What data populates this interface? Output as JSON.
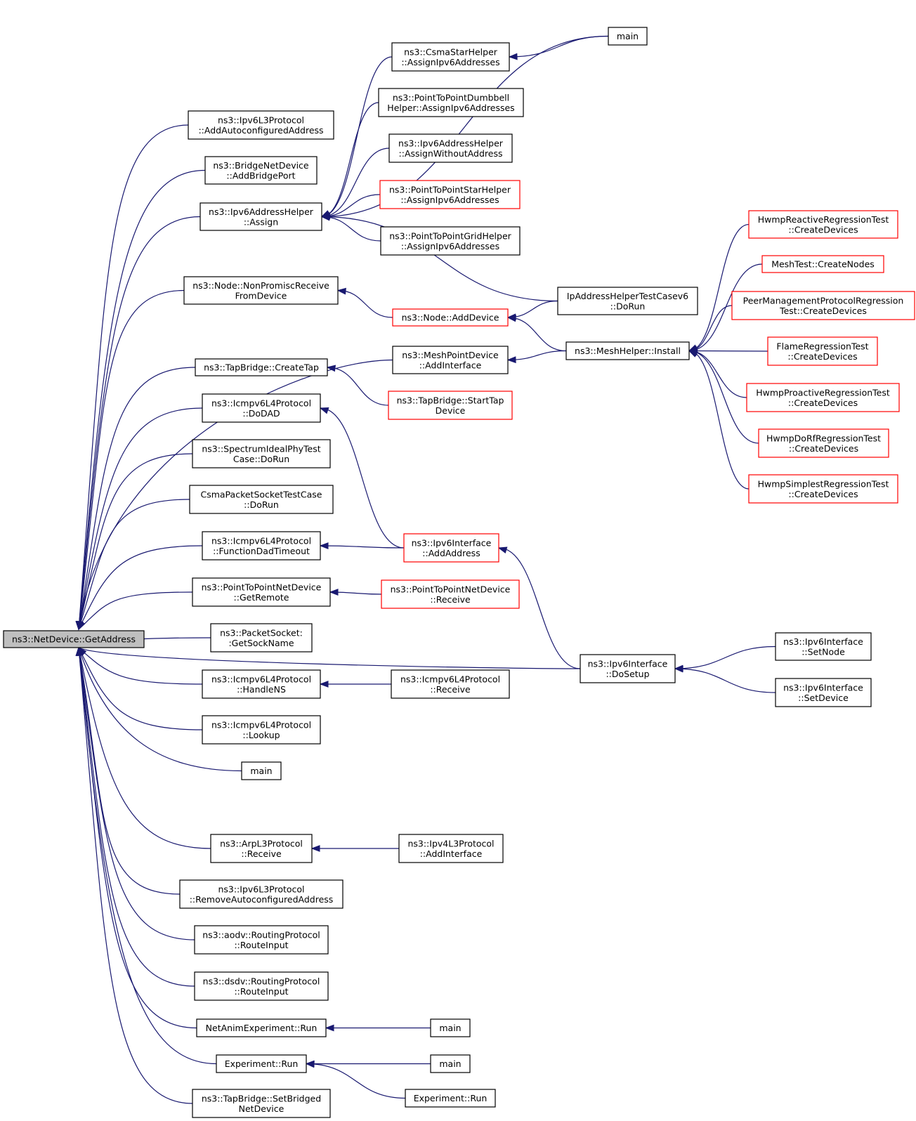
{
  "diagram": {
    "colors": {
      "edge": "#191970",
      "node_border": "#000000",
      "truncated_border": "#ff0000",
      "root_fill": "#bfbfbf",
      "background": "#ffffff"
    },
    "nodes": [
      {
        "id": "root",
        "lines": [
          "ns3::NetDevice::GetAddress"
        ],
        "style": "root"
      },
      {
        "id": "n_addauto",
        "lines": [
          "ns3::Ipv6L3Protocol",
          "::AddAutoconfiguredAddress"
        ],
        "style": "normal"
      },
      {
        "id": "n_addbridge",
        "lines": [
          "ns3::BridgeNetDevice",
          "::AddBridgePort"
        ],
        "style": "normal"
      },
      {
        "id": "n_assign",
        "lines": [
          "ns3::Ipv6AddressHelper",
          "::Assign"
        ],
        "style": "normal"
      },
      {
        "id": "n_nonprom",
        "lines": [
          "ns3::Node::NonPromiscReceive",
          "FromDevice"
        ],
        "style": "normal"
      },
      {
        "id": "n_createtap",
        "lines": [
          "ns3::TapBridge::CreateTap"
        ],
        "style": "normal"
      },
      {
        "id": "n_dodad",
        "lines": [
          "ns3::Icmpv6L4Protocol",
          "::DoDAD"
        ],
        "style": "normal"
      },
      {
        "id": "n_spectrum",
        "lines": [
          "ns3::SpectrumIdealPhyTest",
          "Case::DoRun"
        ],
        "style": "normal"
      },
      {
        "id": "n_csmapkt",
        "lines": [
          "CsmaPacketSocketTestCase",
          "::DoRun"
        ],
        "style": "normal"
      },
      {
        "id": "n_funcdad",
        "lines": [
          "ns3::Icmpv6L4Protocol",
          "::FunctionDadTimeout"
        ],
        "style": "normal"
      },
      {
        "id": "n_getremote",
        "lines": [
          "ns3::PointToPointNetDevice",
          "::GetRemote"
        ],
        "style": "normal"
      },
      {
        "id": "n_getsock",
        "lines": [
          "ns3::PacketSocket:",
          ":GetSockName"
        ],
        "style": "normal"
      },
      {
        "id": "n_handlens",
        "lines": [
          "ns3::Icmpv6L4Protocol",
          "::HandleNS"
        ],
        "style": "normal"
      },
      {
        "id": "n_lookup",
        "lines": [
          "ns3::Icmpv6L4Protocol",
          "::Lookup"
        ],
        "style": "normal"
      },
      {
        "id": "n_main_mid",
        "lines": [
          "main"
        ],
        "style": "normal"
      },
      {
        "id": "n_arprecv",
        "lines": [
          "ns3::ArpL3Protocol",
          "::Receive"
        ],
        "style": "normal"
      },
      {
        "id": "n_remauto",
        "lines": [
          "ns3::Ipv6L3Protocol",
          "::RemoveAutoconfiguredAddress"
        ],
        "style": "normal"
      },
      {
        "id": "n_aodv",
        "lines": [
          "ns3::aodv::RoutingProtocol",
          "::RouteInput"
        ],
        "style": "normal"
      },
      {
        "id": "n_dsdv",
        "lines": [
          "ns3::dsdv::RoutingProtocol",
          "::RouteInput"
        ],
        "style": "normal"
      },
      {
        "id": "n_netanim",
        "lines": [
          "NetAnimExperiment::Run"
        ],
        "style": "normal"
      },
      {
        "id": "n_exprun",
        "lines": [
          "Experiment::Run"
        ],
        "style": "normal"
      },
      {
        "id": "n_setbridged",
        "lines": [
          "ns3::TapBridge::SetBridged",
          "NetDevice"
        ],
        "style": "normal"
      },
      {
        "id": "n_main_top",
        "lines": [
          "main"
        ],
        "style": "normal"
      },
      {
        "id": "n_csmastar",
        "lines": [
          "ns3::CsmaStarHelper",
          "::AssignIpv6Addresses"
        ],
        "style": "normal"
      },
      {
        "id": "n_p2pdumb",
        "lines": [
          "ns3::PointToPointDumbbell",
          "Helper::AssignIpv6Addresses"
        ],
        "style": "normal"
      },
      {
        "id": "n_assignwo",
        "lines": [
          "ns3::Ipv6AddressHelper",
          "::AssignWithoutAddress"
        ],
        "style": "normal"
      },
      {
        "id": "n_p2pstar",
        "lines": [
          "ns3::PointToPointStarHelper",
          "::AssignIpv6Addresses"
        ],
        "style": "red"
      },
      {
        "id": "n_p2pgrid",
        "lines": [
          "ns3::PointToPointGridHelper",
          "::AssignIpv6Addresses"
        ],
        "style": "normal"
      },
      {
        "id": "n_ipaddrtest",
        "lines": [
          "IpAddressHelperTestCasev6",
          "::DoRun"
        ],
        "style": "normal"
      },
      {
        "id": "n_nodeadd",
        "lines": [
          "ns3::Node::AddDevice"
        ],
        "style": "red"
      },
      {
        "id": "n_meshpoint",
        "lines": [
          "ns3::MeshPointDevice",
          "::AddInterface"
        ],
        "style": "normal"
      },
      {
        "id": "n_meshinst",
        "lines": [
          "ns3::MeshHelper::Install"
        ],
        "style": "normal"
      },
      {
        "id": "n_starttap",
        "lines": [
          "ns3::TapBridge::StartTap",
          "Device"
        ],
        "style": "red"
      },
      {
        "id": "n_ipv6ifadd",
        "lines": [
          "ns3::Ipv6Interface",
          "::AddAddress"
        ],
        "style": "red"
      },
      {
        "id": "n_p2precv",
        "lines": [
          "ns3::PointToPointNetDevice",
          "::Receive"
        ],
        "style": "red"
      },
      {
        "id": "n_dosetup",
        "lines": [
          "ns3::Ipv6Interface",
          "::DoSetup"
        ],
        "style": "normal"
      },
      {
        "id": "n_icmprecv",
        "lines": [
          "ns3::Icmpv6L4Protocol",
          "::Receive"
        ],
        "style": "normal"
      },
      {
        "id": "n_ipv4addif",
        "lines": [
          "ns3::Ipv4L3Protocol",
          "::AddInterface"
        ],
        "style": "normal"
      },
      {
        "id": "n_main_b1",
        "lines": [
          "main"
        ],
        "style": "normal"
      },
      {
        "id": "n_main_b2",
        "lines": [
          "main"
        ],
        "style": "normal"
      },
      {
        "id": "n_exprun2",
        "lines": [
          "Experiment::Run"
        ],
        "style": "normal"
      },
      {
        "id": "n_hwmpreact",
        "lines": [
          "HwmpReactiveRegressionTest",
          "::CreateDevices"
        ],
        "style": "red"
      },
      {
        "id": "n_meshtest",
        "lines": [
          "MeshTest::CreateNodes"
        ],
        "style": "red"
      },
      {
        "id": "n_peermgmt",
        "lines": [
          "PeerManagementProtocolRegression",
          "Test::CreateDevices"
        ],
        "style": "red"
      },
      {
        "id": "n_flame",
        "lines": [
          "FlameRegressionTest",
          "::CreateDevices"
        ],
        "style": "red"
      },
      {
        "id": "n_hwmpproact",
        "lines": [
          "HwmpProactiveRegressionTest",
          "::CreateDevices"
        ],
        "style": "red"
      },
      {
        "id": "n_hwmpdorf",
        "lines": [
          "HwmpDoRfRegressionTest",
          "::CreateDevices"
        ],
        "style": "red"
      },
      {
        "id": "n_hwmpsimple",
        "lines": [
          "HwmpSimplestRegressionTest",
          "::CreateDevices"
        ],
        "style": "red"
      },
      {
        "id": "n_setnode",
        "lines": [
          "ns3::Ipv6Interface",
          "::SetNode"
        ],
        "style": "normal"
      },
      {
        "id": "n_setdevice",
        "lines": [
          "ns3::Ipv6Interface",
          "::SetDevice"
        ],
        "style": "normal"
      }
    ],
    "edges": [
      [
        "root",
        "n_addauto"
      ],
      [
        "root",
        "n_addbridge"
      ],
      [
        "root",
        "n_assign"
      ],
      [
        "root",
        "n_nonprom"
      ],
      [
        "root",
        "n_meshpoint"
      ],
      [
        "root",
        "n_createtap"
      ],
      [
        "root",
        "n_dodad"
      ],
      [
        "root",
        "n_spectrum"
      ],
      [
        "root",
        "n_csmapkt"
      ],
      [
        "root",
        "n_funcdad"
      ],
      [
        "root",
        "n_getremote"
      ],
      [
        "root",
        "n_getsock"
      ],
      [
        "root",
        "n_handlens"
      ],
      [
        "root",
        "n_lookup"
      ],
      [
        "root",
        "n_main_mid"
      ],
      [
        "root",
        "n_dosetup"
      ],
      [
        "root",
        "n_arprecv"
      ],
      [
        "root",
        "n_remauto"
      ],
      [
        "root",
        "n_aodv"
      ],
      [
        "root",
        "n_dsdv"
      ],
      [
        "root",
        "n_netanim"
      ],
      [
        "root",
        "n_exprun"
      ],
      [
        "root",
        "n_setbridged"
      ],
      [
        "n_assign",
        "n_main_top"
      ],
      [
        "n_assign",
        "n_csmastar"
      ],
      [
        "n_assign",
        "n_p2pdumb"
      ],
      [
        "n_assign",
        "n_assignwo"
      ],
      [
        "n_assign",
        "n_p2pstar"
      ],
      [
        "n_assign",
        "n_p2pgrid"
      ],
      [
        "n_assign",
        "n_ipaddrtest"
      ],
      [
        "n_csmastar",
        "n_main_top"
      ],
      [
        "n_nonprom",
        "n_nodeadd"
      ],
      [
        "n_nodeadd",
        "n_ipaddrtest"
      ],
      [
        "n_nodeadd",
        "n_meshinst"
      ],
      [
        "n_meshpoint",
        "n_meshinst"
      ],
      [
        "n_createtap",
        "n_starttap"
      ],
      [
        "n_dodad",
        "n_ipv6ifadd"
      ],
      [
        "n_funcdad",
        "n_ipv6ifadd"
      ],
      [
        "n_ipv6ifadd",
        "n_dosetup"
      ],
      [
        "n_getremote",
        "n_p2precv"
      ],
      [
        "n_handlens",
        "n_icmprecv"
      ],
      [
        "n_arprecv",
        "n_ipv4addif"
      ],
      [
        "n_netanim",
        "n_main_b1"
      ],
      [
        "n_exprun",
        "n_main_b2"
      ],
      [
        "n_exprun",
        "n_exprun2"
      ],
      [
        "n_meshinst",
        "n_hwmpreact"
      ],
      [
        "n_meshinst",
        "n_meshtest"
      ],
      [
        "n_meshinst",
        "n_peermgmt"
      ],
      [
        "n_meshinst",
        "n_flame"
      ],
      [
        "n_meshinst",
        "n_hwmpproact"
      ],
      [
        "n_meshinst",
        "n_hwmpdorf"
      ],
      [
        "n_meshinst",
        "n_hwmpsimple"
      ],
      [
        "n_dosetup",
        "n_setnode"
      ],
      [
        "n_dosetup",
        "n_setdevice"
      ]
    ]
  }
}
